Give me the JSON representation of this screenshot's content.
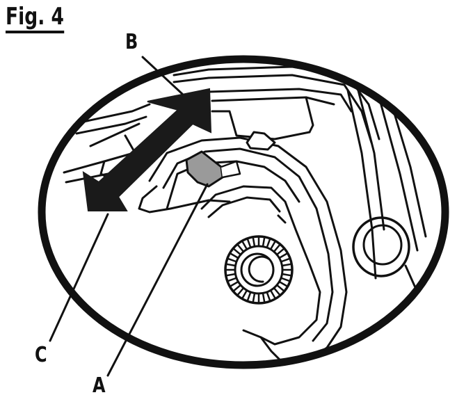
{
  "figure": {
    "title": "Fig. 4",
    "callouts": {
      "a": "A",
      "b": "B",
      "c": "C"
    }
  },
  "colors": {
    "ink": "#111111",
    "fill_dark": "#1a1a1a",
    "fill_grey": "#9a9a9a",
    "background": "#ffffff"
  }
}
